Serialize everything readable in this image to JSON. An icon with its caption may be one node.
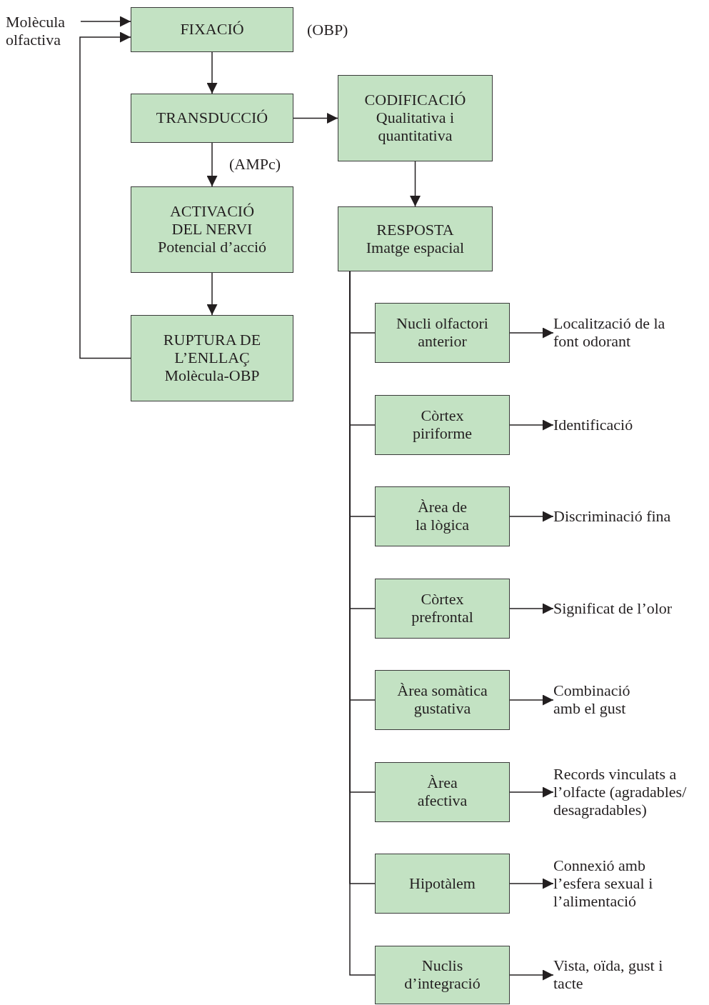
{
  "diagram": {
    "nodes": [
      {
        "text": [
          "Molècula olfactiva"
        ]
      },
      {
        "text": [
          "FIXACIÓ"
        ],
        "beside": [
          "(OBP)"
        ]
      },
      {
        "text": [
          "TRANSDUCCIÓ"
        ]
      },
      {
        "text": [
          "CODIFICACIÓ",
          "Qualitativa i quantitativa"
        ]
      },
      {
        "text": [
          "ACTIVACIÓ DEL NERVI",
          "Potencial d’acció"
        ]
      },
      {
        "text": [
          "RESPOSTA",
          "Imatge espacial"
        ]
      },
      {
        "text": [
          "RUPTURA DE L’ENLLAÇ",
          "Molècula-OBP"
        ]
      },
      {
        "text": [
          "Nucli olfactori anterior"
        ]
      },
      {
        "text": [
          "Localització de la font odorant"
        ]
      },
      {
        "text": [
          "Còrtex piriforme"
        ]
      },
      {
        "text": [
          "Identificació"
        ]
      },
      {
        "text": [
          "Àrea de la lògica"
        ]
      },
      {
        "text": [
          "Discriminació fina"
        ]
      },
      {
        "text": [
          "Còrtex prefrontal"
        ]
      },
      {
        "text": [
          "Significat de l’olor"
        ]
      },
      {
        "text": [
          "Àrea somàtica gustativa"
        ]
      },
      {
        "text": [
          "Combinació amb el gust"
        ]
      },
      {
        "text": [
          "Àrea afectiva"
        ]
      },
      {
        "text": [
          "Records vinculats a l’olfacte (agradables/ desagradables)"
        ]
      },
      {
        "text": [
          "Hipotàlem"
        ]
      },
      {
        "text": [
          "Connexió amb l’esfera sexual i l’alimentació"
        ]
      },
      {
        "text": [
          "Nuclis d’integració"
        ]
      },
      {
        "text": [
          "Vista, oïda, gust i tacte"
        ]
      }
    ],
    "edges": [
      {
        "from": 0,
        "to": 1,
        "arrow": "to"
      },
      {
        "from": 6,
        "to": 1,
        "arrow": "to"
      },
      {
        "from": 1,
        "to": 2,
        "arrow": "to"
      },
      {
        "from": 2,
        "to": 3,
        "arrow": "to"
      },
      {
        "from": 2,
        "to": 4,
        "arrow": "to",
        "label": "(AMPc)"
      },
      {
        "from": 4,
        "to": 6,
        "arrow": "to"
      },
      {
        "from": 3,
        "to": 5,
        "arrow": "to"
      },
      {
        "from": 5,
        "to": 7,
        "arrow": "none"
      },
      {
        "from": 5,
        "to": 9,
        "arrow": "none"
      },
      {
        "from": 5,
        "to": 11,
        "arrow": "none"
      },
      {
        "from": 5,
        "to": 13,
        "arrow": "none"
      },
      {
        "from": 5,
        "to": 15,
        "arrow": "none"
      },
      {
        "from": 5,
        "to": 17,
        "arrow": "none"
      },
      {
        "from": 5,
        "to": 19,
        "arrow": "none"
      },
      {
        "from": 5,
        "to": 21,
        "arrow": "none"
      },
      {
        "from": 7,
        "to": 8,
        "arrow": "to"
      },
      {
        "from": 9,
        "to": 10,
        "arrow": "to"
      },
      {
        "from": 11,
        "to": 12,
        "arrow": "to"
      },
      {
        "from": 13,
        "to": 14,
        "arrow": "to"
      },
      {
        "from": 15,
        "to": 16,
        "arrow": "to"
      },
      {
        "from": 17,
        "to": 18,
        "arrow": "to"
      },
      {
        "from": 19,
        "to": 20,
        "arrow": "to"
      },
      {
        "from": 21,
        "to": 22,
        "arrow": "to"
      }
    ]
  }
}
